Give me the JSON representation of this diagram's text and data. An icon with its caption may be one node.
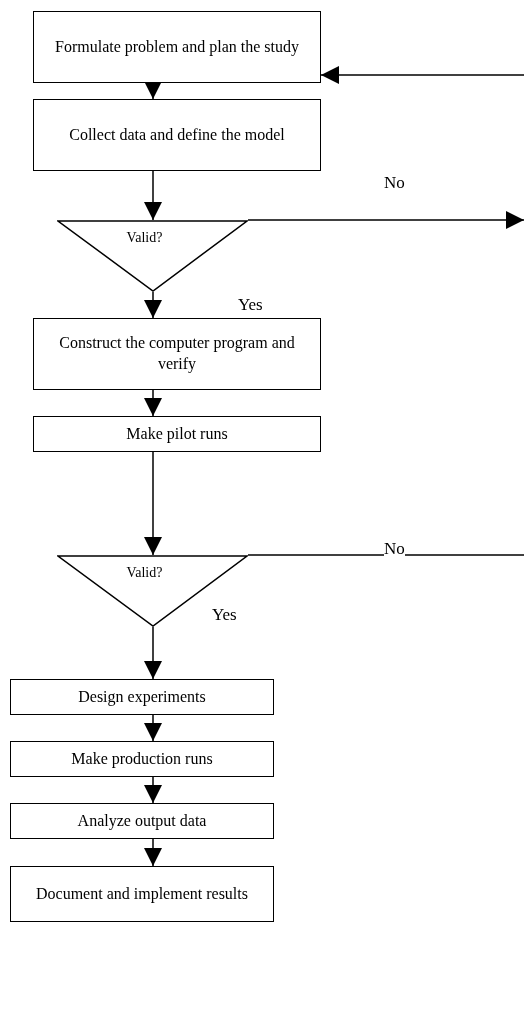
{
  "diagram": {
    "nodes": [
      {
        "text": [
          "Formulate problem and plan the study"
        ]
      },
      {
        "text": [
          "Collect data and define the model"
        ]
      },
      {
        "text": [
          "Valid?"
        ]
      },
      {
        "text": [
          "Construct the computer program and verify"
        ]
      },
      {
        "text": [
          "Make pilot runs"
        ]
      },
      {
        "text": [
          "Valid?"
        ]
      },
      {
        "text": [
          "Design experiments"
        ]
      },
      {
        "text": [
          "Make production runs"
        ]
      },
      {
        "text": [
          "Analyze output data"
        ]
      },
      {
        "text": [
          "Document and implement results"
        ]
      }
    ],
    "edges": [
      {
        "from": 0,
        "to": 1,
        "arrow": "to"
      },
      {
        "from": 1,
        "to": 2,
        "arrow": "to"
      },
      {
        "from": 2,
        "to": null,
        "arrow": "to",
        "label": "No"
      },
      {
        "from": 2,
        "to": 3,
        "arrow": "to",
        "label": "Yes"
      },
      {
        "from": 3,
        "to": 4,
        "arrow": "to"
      },
      {
        "from": 4,
        "to": 5,
        "arrow": "to"
      },
      {
        "from": 5,
        "to": null,
        "arrow": "none",
        "label": "No"
      },
      {
        "from": 5,
        "to": 6,
        "arrow": "to",
        "label": "Yes"
      },
      {
        "from": 6,
        "to": 7,
        "arrow": "to"
      },
      {
        "from": 7,
        "to": 8,
        "arrow": "to"
      },
      {
        "from": 8,
        "to": 9,
        "arrow": "to"
      },
      {
        "from": null,
        "to": 0,
        "arrow": "to"
      }
    ]
  }
}
